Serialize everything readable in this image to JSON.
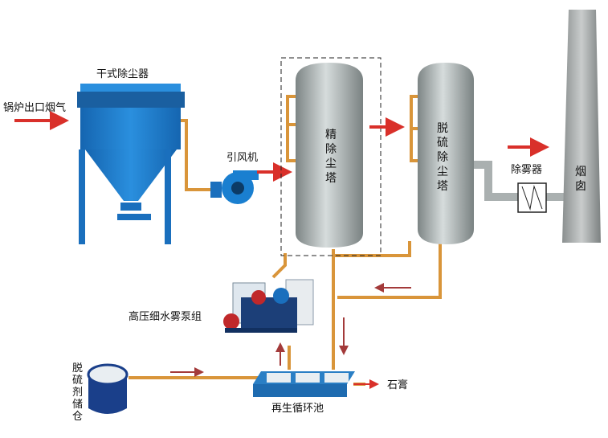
{
  "labels": {
    "dry_collector": "干式除尘器",
    "boiler_gas": "锅炉出口烟气",
    "fan": "引风机",
    "fine_tower": [
      "精",
      "除",
      "尘",
      "塔"
    ],
    "desulf_tower": [
      "脱",
      "硫",
      "除",
      "尘",
      "塔"
    ],
    "demister": "除雾器",
    "chimney": [
      "烟",
      "囱"
    ],
    "pump_set": "高压细水雾泵组",
    "silo": [
      "脱",
      "硫",
      "剂",
      "储",
      "仓"
    ],
    "pool": "再生循环池",
    "gypsum": "石膏"
  },
  "colors": {
    "pipe": "#d9953a",
    "arrow": "#d9302a",
    "equipment_blue": "#1f7fc9",
    "tower_gray": "#9aa3a3"
  }
}
